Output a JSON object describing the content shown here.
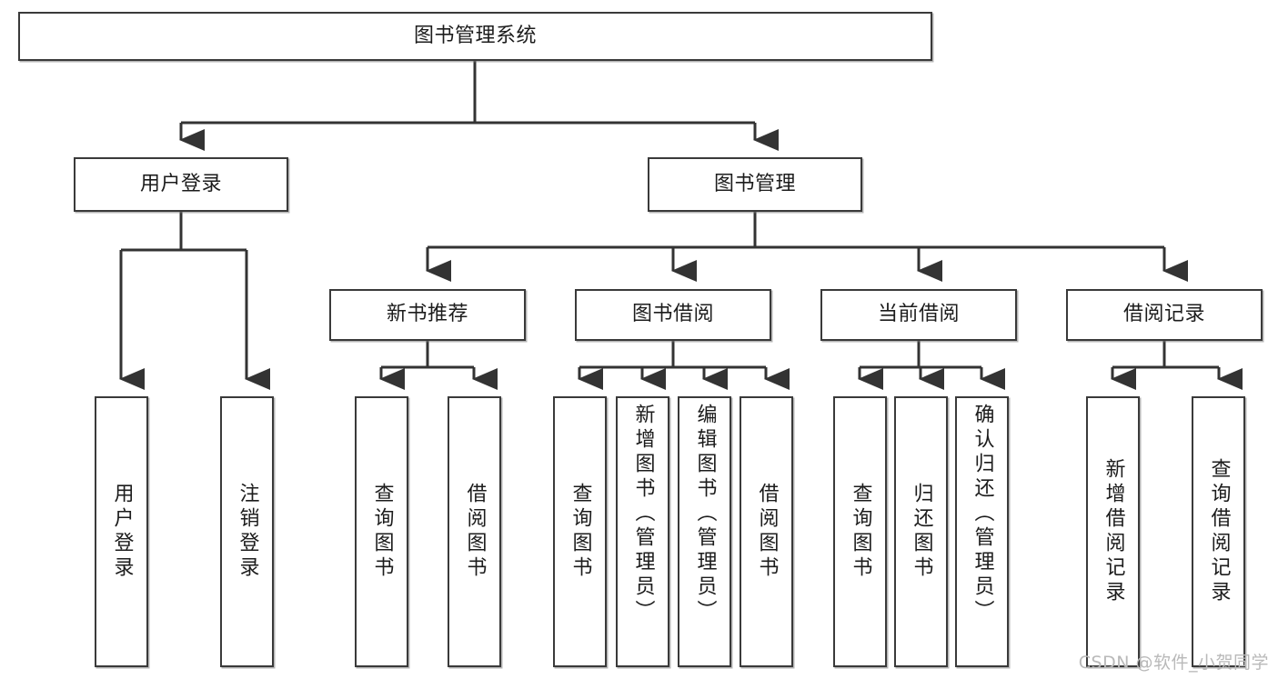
{
  "diagram": {
    "type": "tree-hierarchy-chart",
    "title": "图书管理系统",
    "watermark": "CSDN @软件_小贺同学",
    "colors": {
      "box_border": "#3a3a3a",
      "box_fill": "#ffffff",
      "connector": "#333333",
      "text": "#1c1c1c",
      "watermark": "#b9b9b9"
    },
    "levels": [
      {
        "level": 1,
        "nodes": [
          {
            "id": "root",
            "label": "图书管理系统",
            "orientation": "horizontal"
          }
        ]
      },
      {
        "level": 2,
        "nodes": [
          {
            "id": "user-login",
            "label": "用户登录",
            "orientation": "horizontal",
            "parent": "root"
          },
          {
            "id": "book-manage",
            "label": "图书管理",
            "orientation": "horizontal",
            "parent": "root"
          }
        ]
      },
      {
        "level": 3,
        "nodes": [
          {
            "id": "new-book-rec",
            "label": "新书推荐",
            "orientation": "horizontal",
            "parent": "book-manage"
          },
          {
            "id": "book-borrow",
            "label": "图书借阅",
            "orientation": "horizontal",
            "parent": "book-manage"
          },
          {
            "id": "current-borrow",
            "label": "当前借阅",
            "orientation": "horizontal",
            "parent": "book-manage"
          },
          {
            "id": "borrow-record",
            "label": "借阅记录",
            "orientation": "horizontal",
            "parent": "book-manage"
          }
        ]
      },
      {
        "level": 4,
        "nodes": [
          {
            "id": "leaf-user-login",
            "label": "用户登录",
            "orientation": "vertical",
            "parent": "user-login"
          },
          {
            "id": "leaf-user-logout",
            "label": "注销登录",
            "orientation": "vertical",
            "parent": "user-login"
          },
          {
            "id": "leaf-query-book-1",
            "label": "查询图书",
            "orientation": "vertical",
            "parent": "new-book-rec"
          },
          {
            "id": "leaf-borrow-book-1",
            "label": "借阅图书",
            "orientation": "vertical",
            "parent": "new-book-rec"
          },
          {
            "id": "leaf-query-book-2",
            "label": "查询图书",
            "orientation": "vertical",
            "parent": "book-borrow"
          },
          {
            "id": "leaf-add-book",
            "label": "新增图书（管理员）",
            "orientation": "vertical",
            "parent": "book-borrow"
          },
          {
            "id": "leaf-edit-book",
            "label": "编辑图书（管理员）",
            "orientation": "vertical",
            "parent": "book-borrow"
          },
          {
            "id": "leaf-borrow-book-2",
            "label": "借阅图书",
            "orientation": "vertical",
            "parent": "book-borrow"
          },
          {
            "id": "leaf-query-book-3",
            "label": "查询图书",
            "orientation": "vertical",
            "parent": "current-borrow"
          },
          {
            "id": "leaf-return-book",
            "label": "归还图书",
            "orientation": "vertical",
            "parent": "current-borrow"
          },
          {
            "id": "leaf-confirm-return",
            "label": "确认归还（管理员）",
            "orientation": "vertical",
            "parent": "current-borrow"
          },
          {
            "id": "leaf-add-record",
            "label": "新增借阅记录",
            "orientation": "vertical",
            "parent": "borrow-record"
          },
          {
            "id": "leaf-query-record",
            "label": "查询借阅记录",
            "orientation": "vertical",
            "parent": "borrow-record"
          }
        ]
      }
    ]
  }
}
